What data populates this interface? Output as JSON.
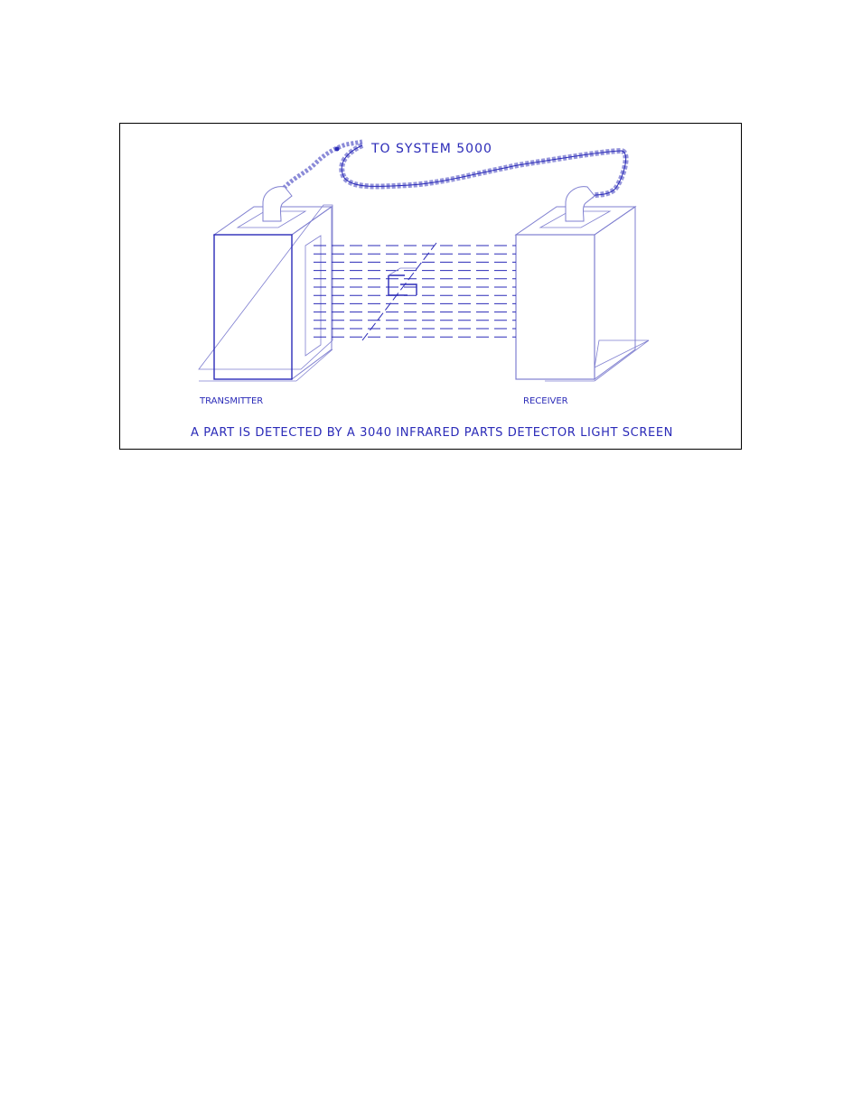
{
  "diagram": {
    "cable_label": "TO SYSTEM 5000",
    "transmitter_label": "TRANSMITTER",
    "receiver_label": "RECEIVER",
    "caption": "A PART IS DETECTED BY A 3040 INFRARED PARTS DETECTOR LIGHT SCREEN"
  },
  "colors": {
    "line": "#2b2bb8",
    "light_line": "#7f7fd0",
    "frame": "#000000"
  }
}
